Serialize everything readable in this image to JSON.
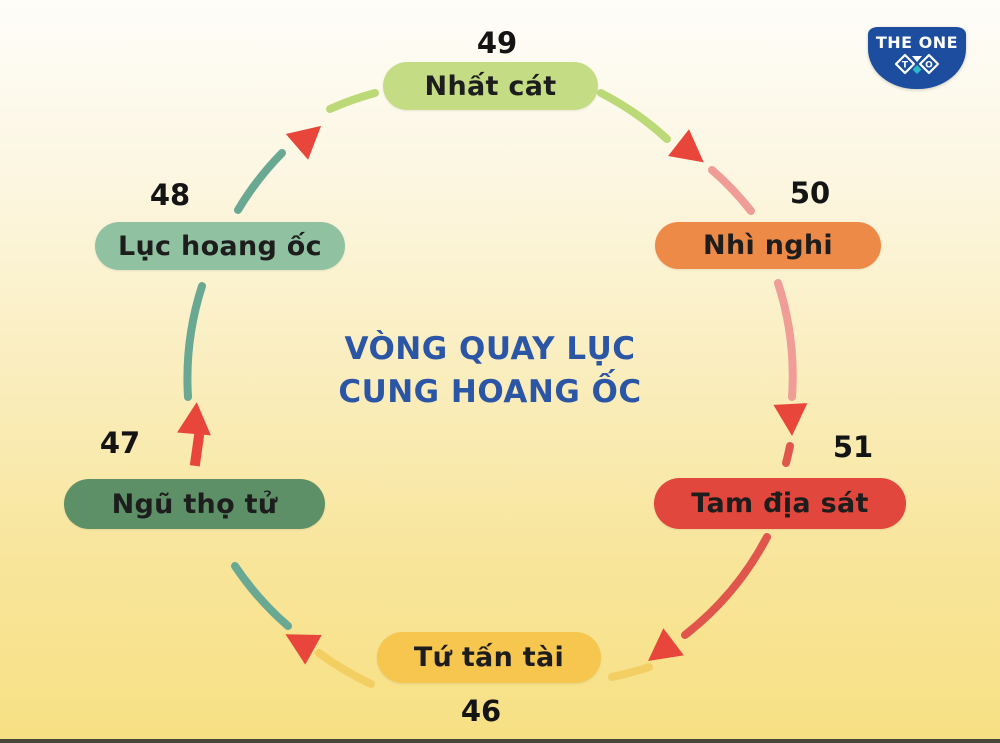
{
  "title": {
    "line1": "VÒNG QUAY LỤC",
    "line2": "CUNG HOANG ỐC",
    "color": "#2b55a5"
  },
  "logo": {
    "name": "THE ONE",
    "bg_color": "#1c4d9e",
    "accent_color": "#2fb9c7",
    "letter_left": "T",
    "letter_right": "O"
  },
  "cycle": {
    "direction": "clockwise",
    "nodes": [
      {
        "label": "Nhất cát",
        "number": "49",
        "color": "#c4dd85",
        "position": "top"
      },
      {
        "label": "Nhì nghi",
        "number": "50",
        "color": "#ee8a47",
        "position": "upper-right"
      },
      {
        "label": "Tam địa sát",
        "number": "51",
        "color": "#e2473d",
        "color_text": "#1d1d1d",
        "position": "lower-right"
      },
      {
        "label": "Tứ tấn tài",
        "number": "46",
        "color": "#f6c64e",
        "position": "bottom"
      },
      {
        "label": "Ngũ thọ tử",
        "number": "47",
        "color": "#5d9066",
        "position": "lower-left"
      },
      {
        "label": "Lục hoang ốc",
        "number": "48",
        "color": "#90c2a2",
        "position": "upper-left"
      }
    ],
    "colors": {
      "arrow": "#e8463b",
      "arc_light_green": "#bcd977",
      "arc_salmon": "#ef9d96",
      "arc_red": "#e0554c",
      "arc_yellow": "#f3cf63",
      "arc_teal": "#69a893"
    }
  }
}
